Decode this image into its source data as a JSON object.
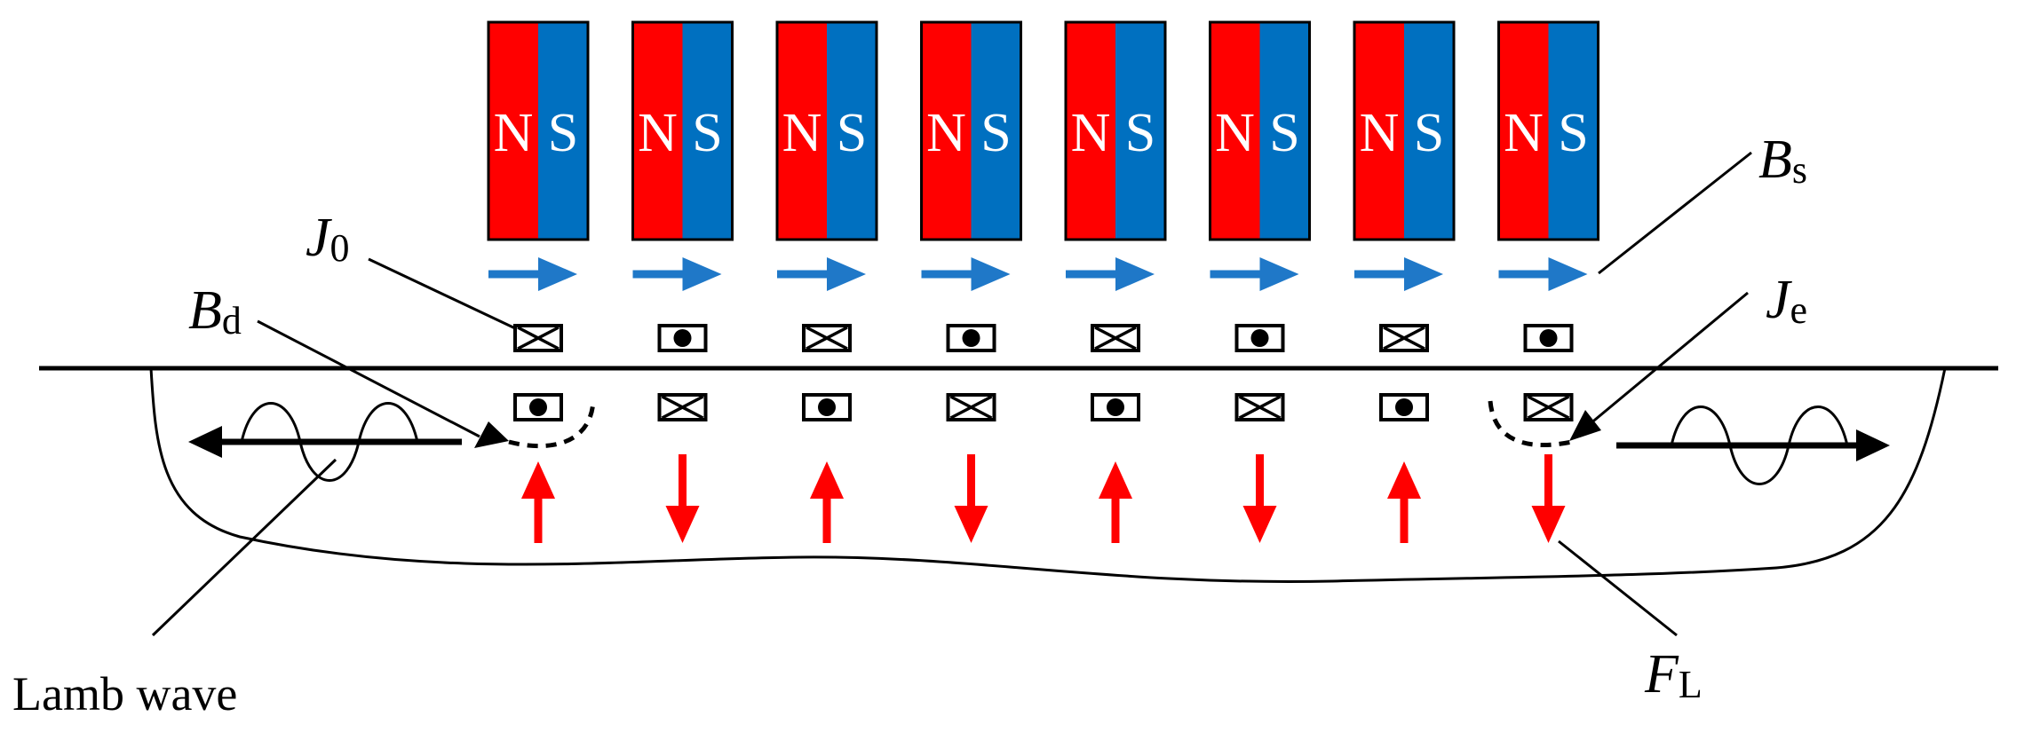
{
  "colors": {
    "north": "#ff0000",
    "south": "#0070c0",
    "field_arrow": "#1f78c8",
    "force_arrow": "#ff0000",
    "line": "#000000"
  },
  "magnets": [
    {
      "north": "N",
      "south": "S"
    },
    {
      "north": "N",
      "south": "S"
    },
    {
      "north": "N",
      "south": "S"
    },
    {
      "north": "N",
      "south": "S"
    },
    {
      "north": "N",
      "south": "S"
    },
    {
      "north": "N",
      "south": "S"
    },
    {
      "north": "N",
      "south": "S"
    },
    {
      "north": "N",
      "south": "S"
    }
  ],
  "top_coils": [
    "cross",
    "dot",
    "cross",
    "dot",
    "cross",
    "dot",
    "cross",
    "dot"
  ],
  "bottom_coils": [
    "dot",
    "cross",
    "dot",
    "cross",
    "dot",
    "cross",
    "dot",
    "cross"
  ],
  "force_directions": [
    "up",
    "down",
    "up",
    "down",
    "up",
    "down",
    "up",
    "down"
  ],
  "labels": {
    "j0": {
      "main": "J",
      "sub": "0"
    },
    "bd": {
      "main": "B",
      "sub": "d"
    },
    "bs": {
      "main": "B",
      "sub": "s"
    },
    "je": {
      "main": "J",
      "sub": "e"
    },
    "fl": {
      "main": "F",
      "sub": "L"
    },
    "lamb_wave": "Lamb wave"
  }
}
